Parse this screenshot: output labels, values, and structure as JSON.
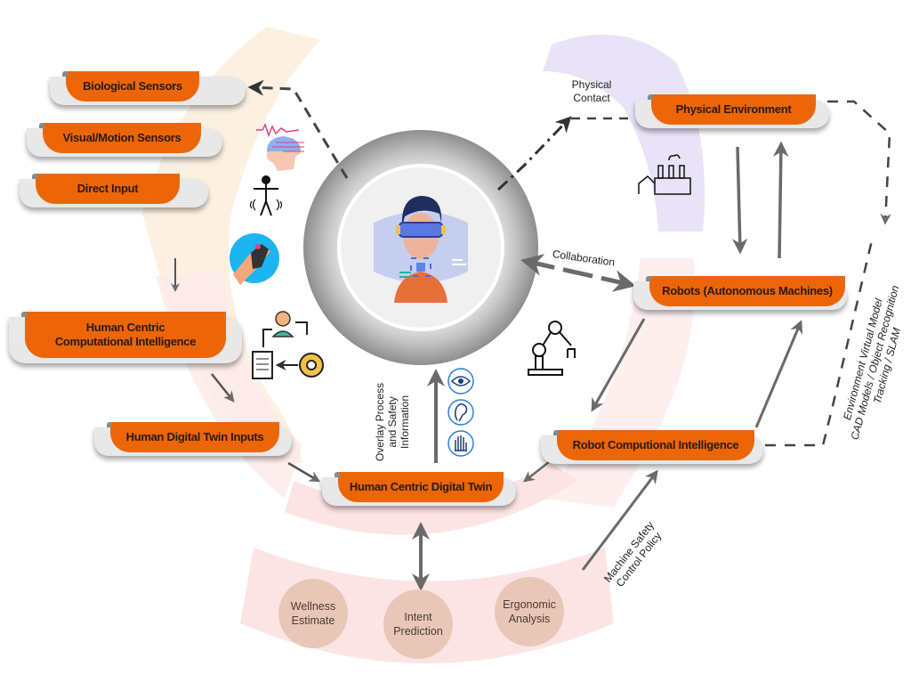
{
  "diagram": {
    "left_column": {
      "sensors": [
        {
          "id": "bio",
          "label": "Biological Sensors"
        },
        {
          "id": "visual",
          "label": "Visual/Motion Sensors"
        },
        {
          "id": "direct",
          "label": "Direct Input"
        }
      ],
      "hcci": {
        "line1": "Human Centric",
        "line2": "Computational Intelligence"
      },
      "hdti": {
        "label": "Human Digital Twin Inputs"
      }
    },
    "center": {
      "hcdt": {
        "label": "Human Centric Digital Twin"
      },
      "overlay_label": {
        "line1": "Overlay Process",
        "line2": "and Safety",
        "line3": "Information"
      },
      "collaboration_label": "Collaboration",
      "physical_contact_label": {
        "line1": "Physical",
        "line2": "Contact"
      }
    },
    "right_column": {
      "physical_env": {
        "label": "Physical Environment"
      },
      "robots": {
        "label": "Robots (Autonomous Machines)"
      },
      "rci": {
        "label": "Robot Computional Intelligence"
      },
      "env_model_label": {
        "line1": "Environment Virtual Model",
        "line2": "CAD Models / Object Recognition",
        "line3": "Tracking / SLAM"
      },
      "machine_safety_label": {
        "line1": "Machine Safety",
        "line2": "Control Policy"
      }
    },
    "bottom": {
      "analyses": [
        {
          "line1": "Wellness",
          "line2": "Estimate"
        },
        {
          "line1": "Intent",
          "line2": "Prediction"
        },
        {
          "line1": "Ergonomic",
          "line2": "Analysis"
        }
      ]
    },
    "icons": [
      "eeg-head-icon",
      "skeleton-motion-icon",
      "hand-controller-icon",
      "human-process-cycle-icon",
      "factory-icon",
      "robot-arm-icon",
      "eye-icon",
      "ear-icon",
      "hand-touch-icon",
      "vr-operator-icon"
    ],
    "colors": {
      "node_orange": "#ec6608",
      "arrow_gray": "#6a6a6a",
      "arc_beige": "#fbf0e2",
      "arc_lavender": "#e8e3f6",
      "arc_pink": "#fde8e8",
      "circle_fill": "#e9c7b8"
    }
  }
}
